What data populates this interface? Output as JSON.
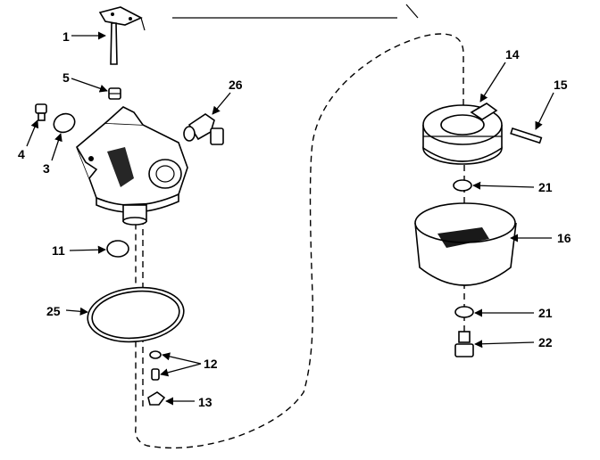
{
  "callouts": [
    {
      "id": "1",
      "text": "1"
    },
    {
      "id": "5",
      "text": "5"
    },
    {
      "id": "26",
      "text": "26"
    },
    {
      "id": "4",
      "text": "4"
    },
    {
      "id": "3",
      "text": "3"
    },
    {
      "id": "11",
      "text": "11"
    },
    {
      "id": "25",
      "text": "25"
    },
    {
      "id": "12",
      "text": "12"
    },
    {
      "id": "13",
      "text": "13"
    },
    {
      "id": "14",
      "text": "14"
    },
    {
      "id": "15",
      "text": "15"
    },
    {
      "id": "21a",
      "text": "21"
    },
    {
      "id": "16",
      "text": "16"
    },
    {
      "id": "21b",
      "text": "21"
    },
    {
      "id": "22",
      "text": "22"
    }
  ]
}
